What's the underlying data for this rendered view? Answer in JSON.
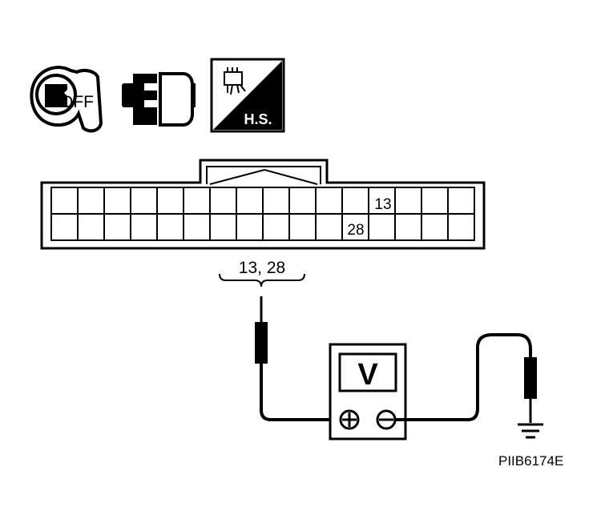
{
  "icons": {
    "ignition": {
      "icon": "ignition-key-icon",
      "label": "OFF"
    },
    "connector": {
      "icon": "disconnected-connector-icon"
    },
    "harness_side": {
      "icon": "harness-side-icon",
      "label": "H.S."
    }
  },
  "connector": {
    "columns": 16,
    "rows": 2,
    "terminal_top": "13",
    "terminal_bottom": "28",
    "probe_label": "13, 28"
  },
  "meter": {
    "mode_label": "V",
    "positive": "+",
    "negative": "−"
  },
  "ground": {
    "icon": "ground-symbol-icon"
  },
  "figure_code": "PIIB6174E",
  "colors": {
    "line": "#000000",
    "background": "#ffffff"
  }
}
